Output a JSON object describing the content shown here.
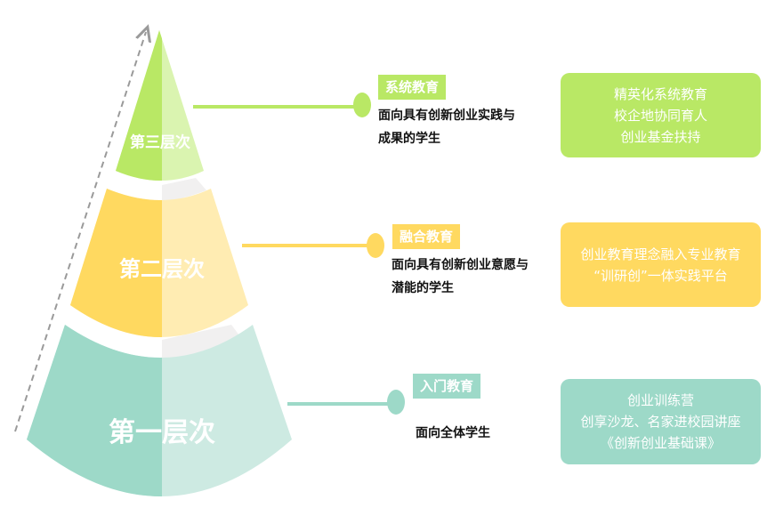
{
  "colors": {
    "green": "#b9e865",
    "green_light": "#daf4b0",
    "yellow": "#ffd960",
    "yellow_light": "#ffecb2",
    "teal": "#9dd9c8",
    "teal_light": "#cdeae2",
    "arrow": "#9a9a9a"
  },
  "tiers": [
    {
      "label": "第三层次",
      "tag": "系统教育",
      "desc_lines": [
        "面向具有创新创业实践与",
        "成果的学生"
      ],
      "box_lines": [
        "精英化系统教育",
        "校企地协同育人",
        "创业基金扶持"
      ]
    },
    {
      "label": "第二层次",
      "tag": "融合教育",
      "desc_lines": [
        "面向具有创新创业意愿与",
        "潜能的学生"
      ],
      "box_lines": [
        "创业教育理念融入专业教育",
        "“训研创”一体实践平台"
      ]
    },
    {
      "label": "第一层次",
      "tag": "入门教育",
      "desc_lines": [
        "面向全体学生"
      ],
      "box_lines": [
        "创业训练营",
        "创享沙龙、名家进校园讲座",
        "《创新创业基础课》"
      ]
    }
  ]
}
